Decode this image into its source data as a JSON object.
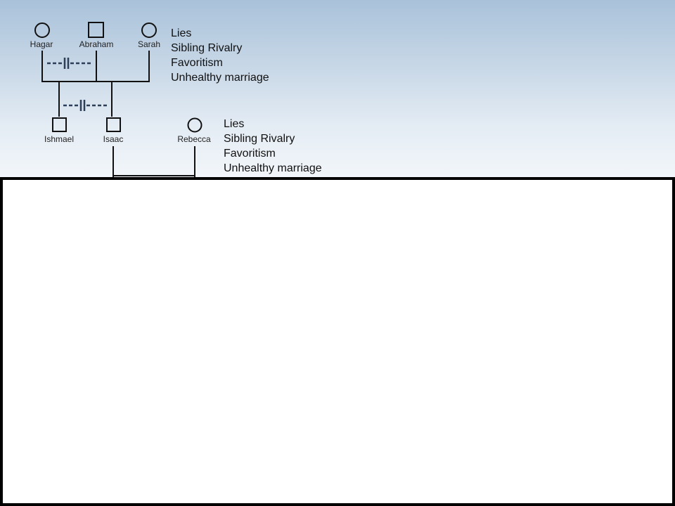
{
  "people": {
    "hagar": {
      "name": "Hagar",
      "sex": "female"
    },
    "abraham": {
      "name": "Abraham",
      "sex": "male"
    },
    "sarah": {
      "name": "Sarah",
      "sex": "female"
    },
    "ishmael": {
      "name": "Ishmael",
      "sex": "male"
    },
    "isaac": {
      "name": "Isaac",
      "sex": "male"
    },
    "rebecca": {
      "name": "Rebecca",
      "sex": "female"
    }
  },
  "relationships": [
    {
      "type": "conflict",
      "between": [
        "Hagar",
        "Abraham"
      ]
    },
    {
      "type": "union",
      "between": [
        "Abraham",
        "Sarah"
      ]
    },
    {
      "type": "conflict",
      "between": [
        "Ishmael",
        "Isaac"
      ]
    },
    {
      "type": "union",
      "between": [
        "Isaac",
        "Rebecca"
      ]
    }
  ],
  "traits_generation_1": [
    "Lies",
    "Sibling Rivalry",
    "Favoritism",
    "Unhealthy marriage"
  ],
  "traits_generation_2": [
    "Lies",
    "Sibling Rivalry",
    "Favoritism",
    "Unhealthy marriage"
  ],
  "colors": {
    "line": "#111111",
    "conflict_line": "#2c3e58",
    "background_top": "#a9c2da",
    "panel_border": "#000000"
  }
}
